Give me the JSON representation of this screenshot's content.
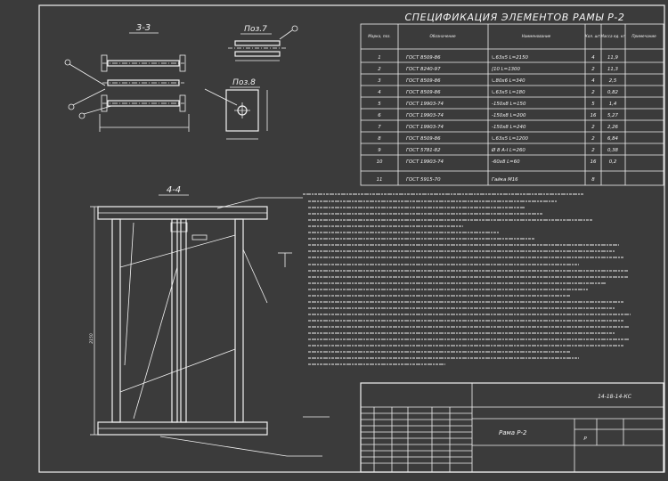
{
  "spec": {
    "title": "СПЕЦИФИКАЦИЯ ЭЛЕМЕНТОВ РАМЫ Р-2",
    "headers": [
      "Марка, поз.",
      "Обозначение",
      "Наименование",
      "Кол. шт.",
      "Масса ед. кг",
      "Примечание"
    ],
    "rows": [
      [
        "1",
        "ГОСТ 8509-86",
        "∟63х5 L=2150",
        "4",
        "11,9",
        ""
      ],
      [
        "2",
        "ГОСТ 8240-97",
        "[10 L=1300",
        "2",
        "11,3",
        ""
      ],
      [
        "3",
        "ГОСТ 8509-86",
        "∟80х6 L=340",
        "4",
        "2,5",
        ""
      ],
      [
        "4",
        "ГОСТ 8509-86",
        "∟63х5 L=180",
        "2",
        "0,82",
        ""
      ],
      [
        "5",
        "ГОСТ 19903-74",
        "-150х8 L=150",
        "5",
        "1,4",
        ""
      ],
      [
        "6",
        "ГОСТ 19903-74",
        "-150х8 L=200",
        "16",
        "5,27",
        ""
      ],
      [
        "7",
        "ГОСТ 19903-74",
        "-150х8 L=240",
        "2",
        "2,26",
        ""
      ],
      [
        "8",
        "ГОСТ 8509-86",
        "∟63х5 L=1200",
        "2",
        "6,84",
        ""
      ],
      [
        "9",
        "ГОСТ 5781-82",
        "Ø 8 А-I L=260",
        "2",
        "0,38",
        ""
      ],
      [
        "10",
        "ГОСТ 19903-74",
        "-60х8 L=60",
        "16",
        "0,2",
        ""
      ],
      [
        "11",
        "ГОСТ 5915-70",
        "Гайка М16",
        "8",
        "",
        ""
      ]
    ]
  },
  "views": {
    "section_33": "3-3",
    "pos7": "Поз.7",
    "pos8": "Поз.8",
    "section_44": "4-4",
    "dim_2150": "2150"
  },
  "title_block": {
    "code": "14-18-14-КС",
    "name": "Рама Р-2",
    "stage": "Р"
  },
  "colors": {
    "background": "#3b3b3b",
    "lines": "#f2f2f2"
  }
}
